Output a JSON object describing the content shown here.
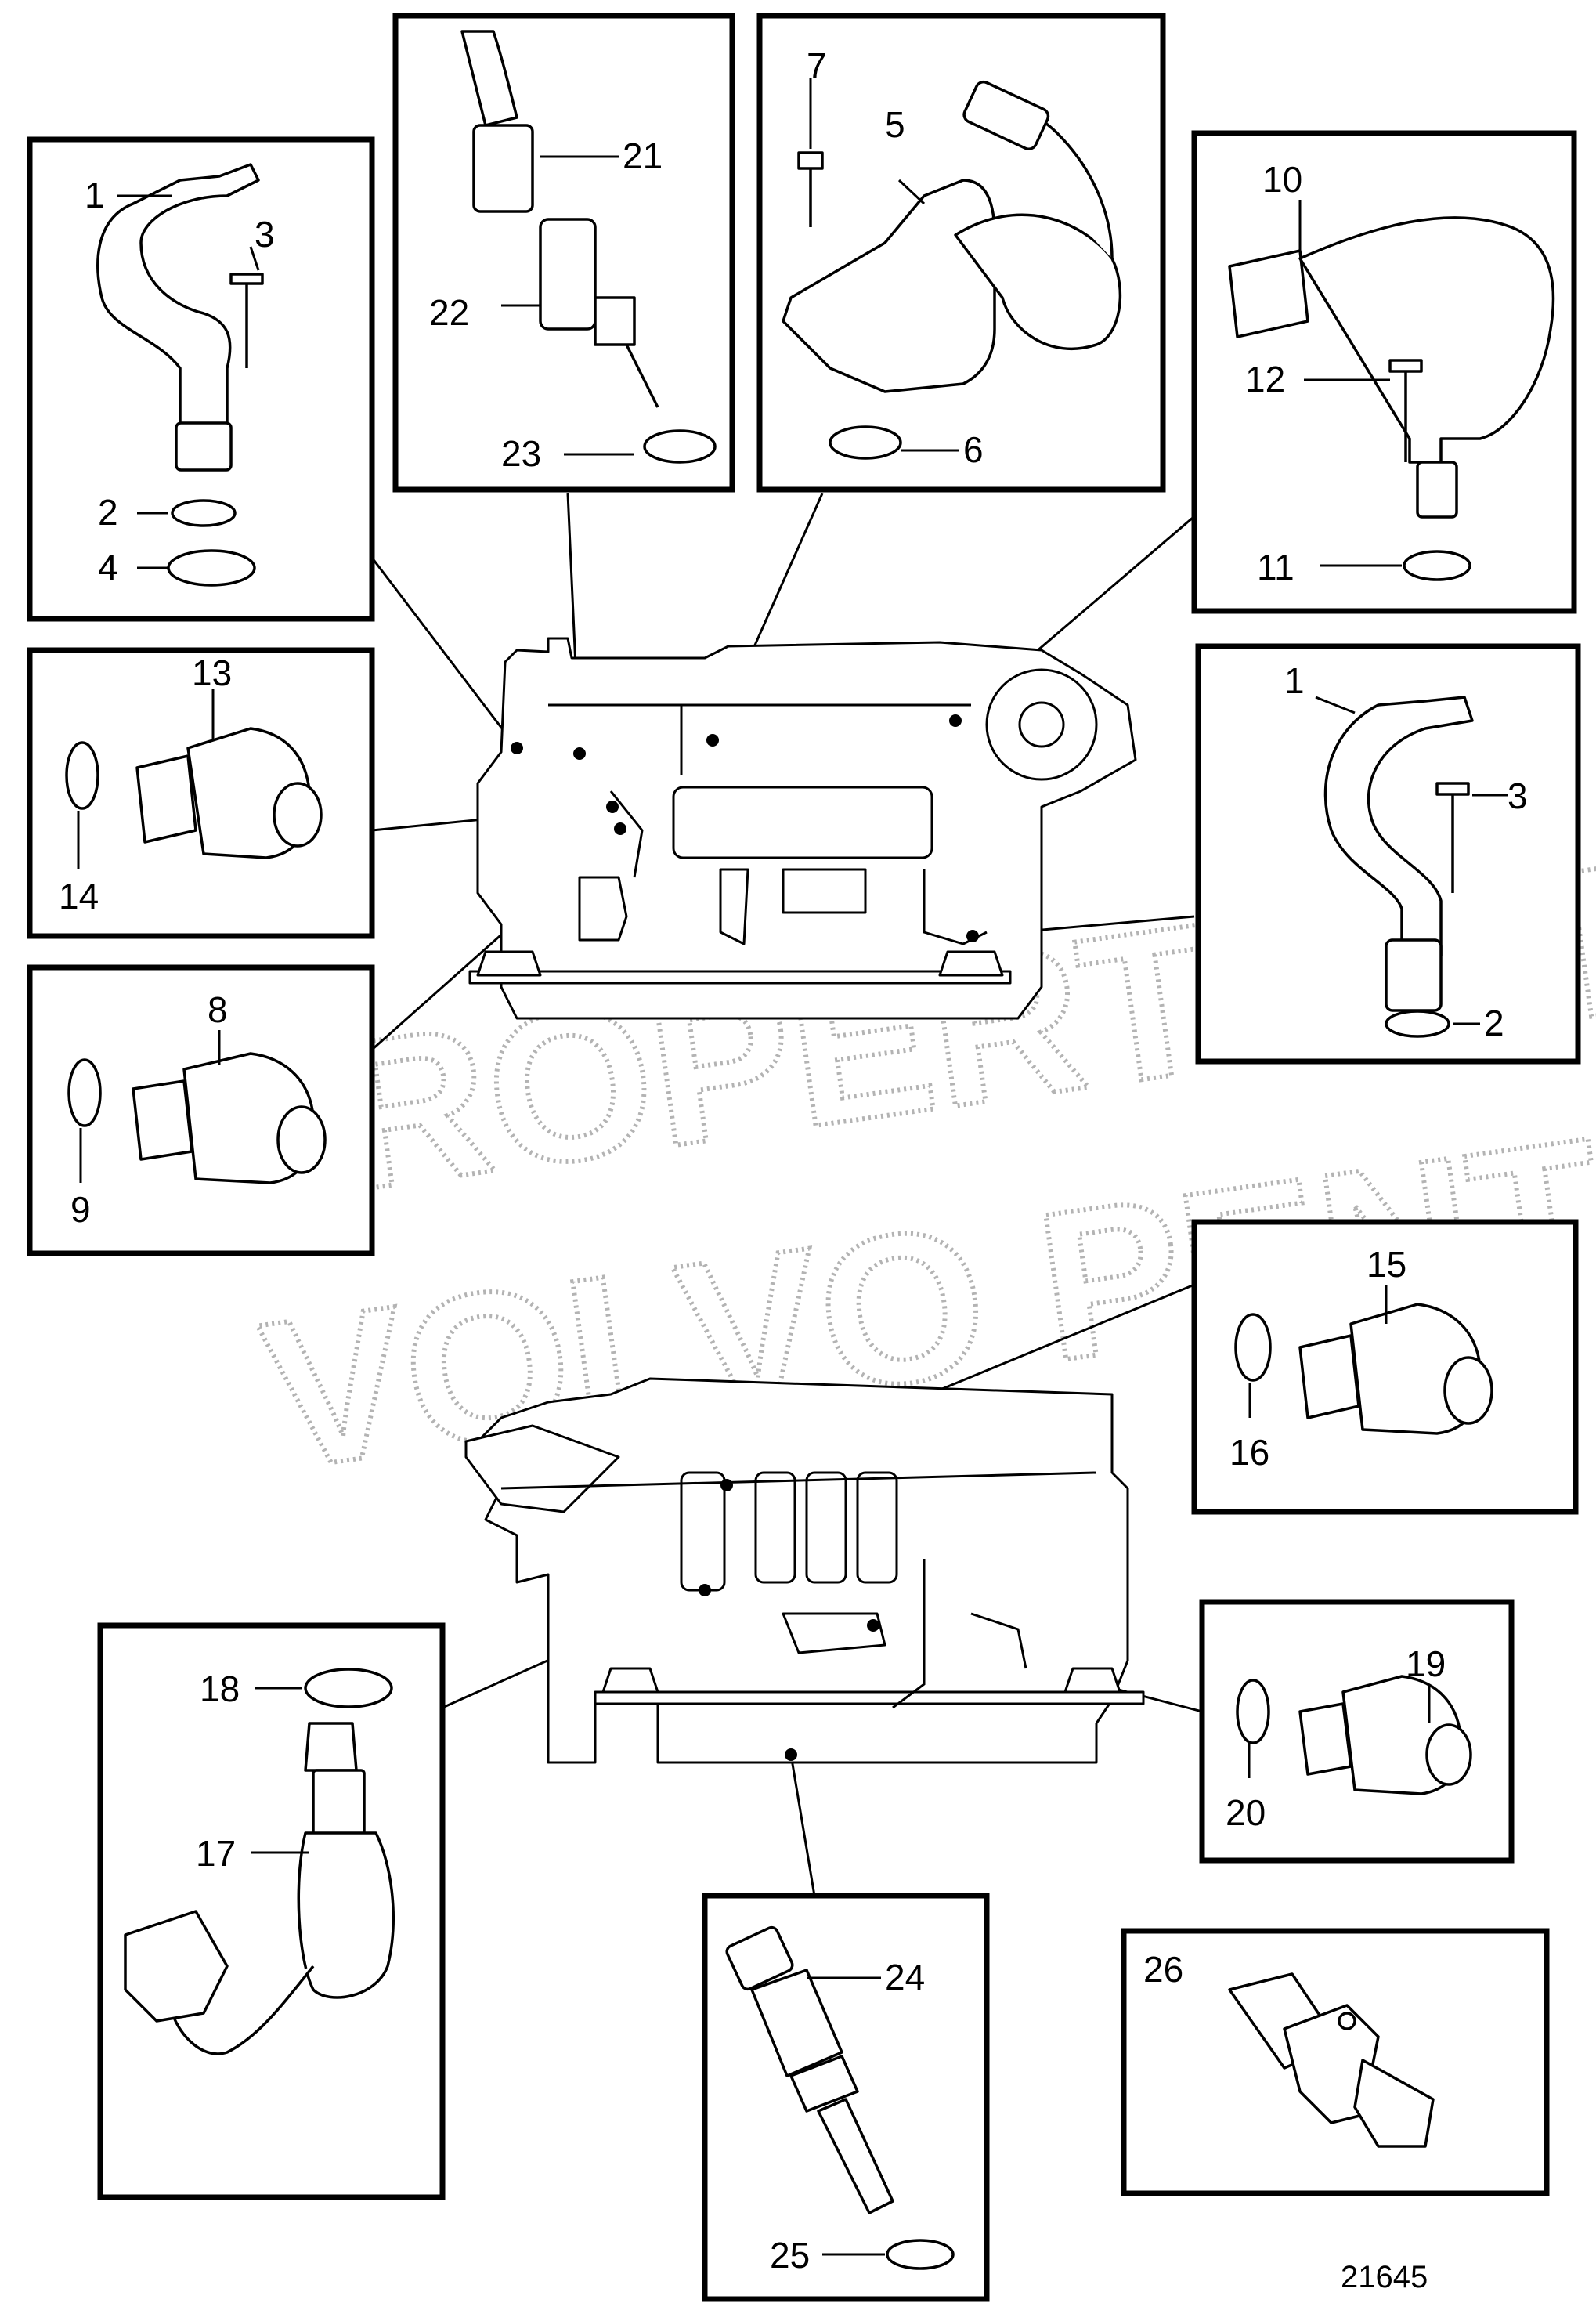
{
  "diagram_id": "21645",
  "watermark": {
    "line1": "PROPERTY OF",
    "line2": "VOLVO PENTA"
  },
  "part_numbers": {
    "p1a": "1",
    "p2a": "2",
    "p3a": "3",
    "p4": "4",
    "p21": "21",
    "p22": "22",
    "p23": "23",
    "p7": "7",
    "p5": "5",
    "p6": "6",
    "p10": "10",
    "p12": "12",
    "p11": "11",
    "p13": "13",
    "p14": "14",
    "p1b": "1",
    "p3b": "3",
    "p2b": "2",
    "p8": "8",
    "p9": "9",
    "p15": "15",
    "p16": "16",
    "p18": "18",
    "p17": "17",
    "p19": "19",
    "p20": "20",
    "p24": "24",
    "p25": "25",
    "p26": "26"
  }
}
